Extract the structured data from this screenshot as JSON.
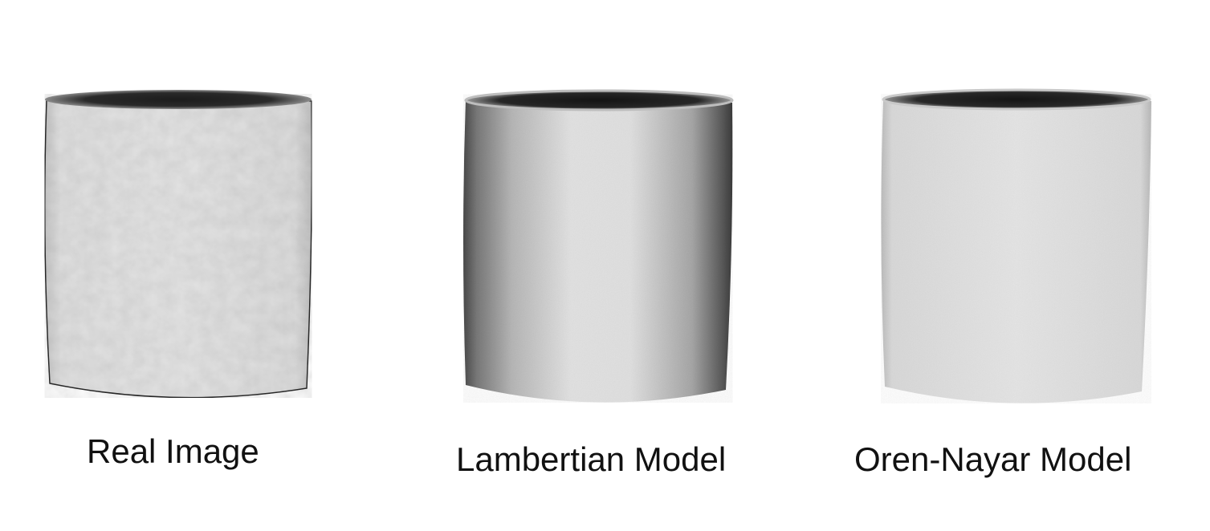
{
  "panels": [
    {
      "id": "real",
      "caption": "Real Image",
      "shading": "flat-textured"
    },
    {
      "id": "lambertian",
      "caption": "Lambertian Model",
      "shading": "strong-edge-darkening"
    },
    {
      "id": "oren-nayar",
      "caption": "Oren-Nayar Model",
      "shading": "flat-smooth"
    }
  ]
}
